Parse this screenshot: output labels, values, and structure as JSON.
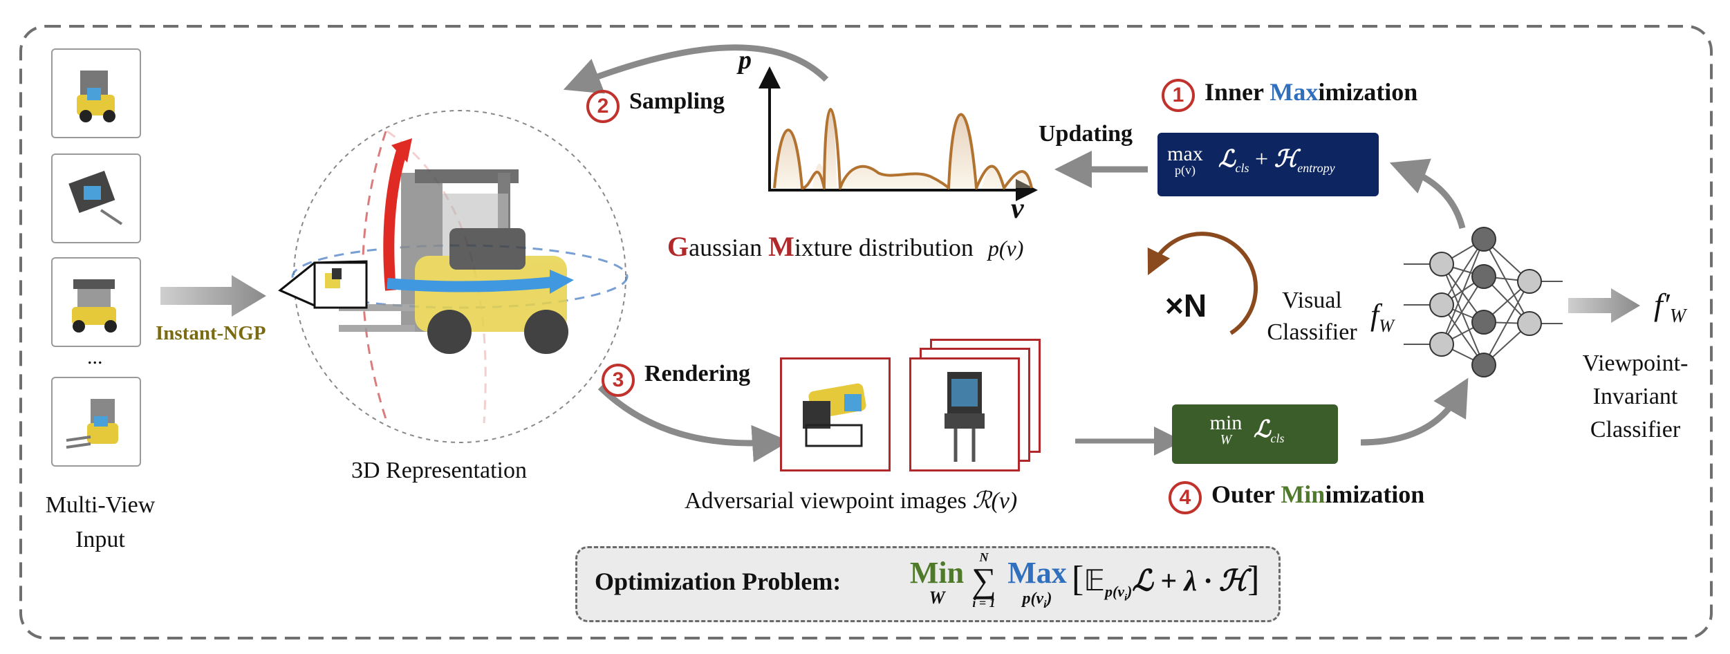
{
  "colors": {
    "red": "#b0282a",
    "blue": "#2f6fbe",
    "green": "#4f7a2a",
    "navy": "#0d2560",
    "darkgreen": "#3b5d2a",
    "olive": "#7a6a12",
    "gray": "#8a8a8a",
    "brown": "#8a4a1e"
  },
  "input": {
    "label_line1": "Multi-View",
    "label_line2": "Input",
    "ellipsis": "...",
    "ngp_label": "Instant-NGP"
  },
  "representation": {
    "label": "3D Representation"
  },
  "sampling": {
    "num": "2",
    "label": "Sampling"
  },
  "gmm": {
    "y_axis": "p",
    "x_axis": "v",
    "caption_g": "G",
    "caption_aussian": "aussian ",
    "caption_m": "M",
    "caption_ixture": "ixture distribution",
    "caption_math": "p(v)"
  },
  "inner": {
    "num": "1",
    "label_pre": "Inner ",
    "label_hl": "Max",
    "label_post": "imization",
    "updating": "Updating",
    "box_op": "max",
    "box_sub": "p(v)",
    "box_expr_l": "ℒ",
    "box_expr_l_sub": "cls",
    "box_expr_plus": " + ",
    "box_expr_h": "ℋ",
    "box_expr_h_sub": "entropy"
  },
  "rendering": {
    "num": "3",
    "label": "Rendering",
    "caption": "Adversarial viewpoint images ",
    "caption_math": "ℛ(v)"
  },
  "classifier": {
    "times_n": "×N",
    "visual_line1": "Visual",
    "visual_line2": "Classifier",
    "fw": "f",
    "fw_sub": "W",
    "fprime": "f′",
    "fprime_sub": "W",
    "vi_line1": "Viewpoint-",
    "vi_line2": "Invariant",
    "vi_line3": "Classifier"
  },
  "outer": {
    "num": "4",
    "label_pre": "Outer ",
    "label_hl": "Min",
    "label_post": "imization",
    "box_op": "min",
    "box_sub": "W",
    "box_expr": "ℒ",
    "box_expr_sub": "cls"
  },
  "optimization": {
    "label": "Optimization Problem:",
    "min": "Min",
    "min_sub": "W",
    "sum_top": "N",
    "sum_bottom": "i = 1",
    "max": "Max",
    "max_sub": "p(v",
    "max_sub_i": "i",
    "max_sub_close": ")",
    "expr_open": "[",
    "expr_e": "𝔼",
    "expr_e_sub": "p(v",
    "expr_e_sub_i": "i",
    "expr_e_sub_close": ")",
    "expr_rest": "ℒ + λ · ℋ",
    "expr_close": "]"
  }
}
